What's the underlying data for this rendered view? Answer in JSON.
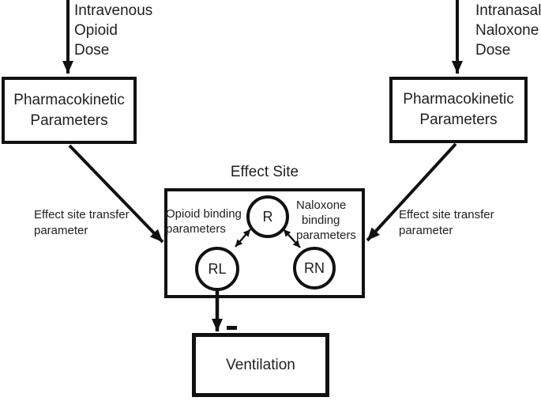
{
  "diagram": {
    "colors": {
      "line": "#111111",
      "text": "#1f1f1f",
      "background": "#ffffff"
    },
    "top_left_dose": {
      "lines": [
        "Intravenous",
        "Opioid",
        "Dose"
      ]
    },
    "top_right_dose": {
      "lines": [
        "Intranasal",
        "Naloxone",
        "Dose"
      ]
    },
    "pk_left": {
      "lines": [
        "Pharmacokinetic",
        "Parameters"
      ]
    },
    "pk_right": {
      "lines": [
        "Pharmacokinetic",
        "Parameters"
      ]
    },
    "transfer_left": {
      "lines": [
        "Effect site transfer",
        "parameter"
      ]
    },
    "transfer_right": {
      "lines": [
        "Effect site transfer",
        "parameter"
      ]
    },
    "effect_site": {
      "title": "Effect Site",
      "opioid_binding": {
        "lines": [
          "Opioid binding",
          "parameters"
        ]
      },
      "naloxone_binding": {
        "lines": [
          "Naloxone",
          "binding",
          "parameters"
        ]
      },
      "nodes": {
        "r": "R",
        "rl": "RL",
        "rn": "RN"
      }
    },
    "ventilation": {
      "label": "Ventilation"
    },
    "icons": {
      "inhibition": "minus-icon"
    }
  }
}
